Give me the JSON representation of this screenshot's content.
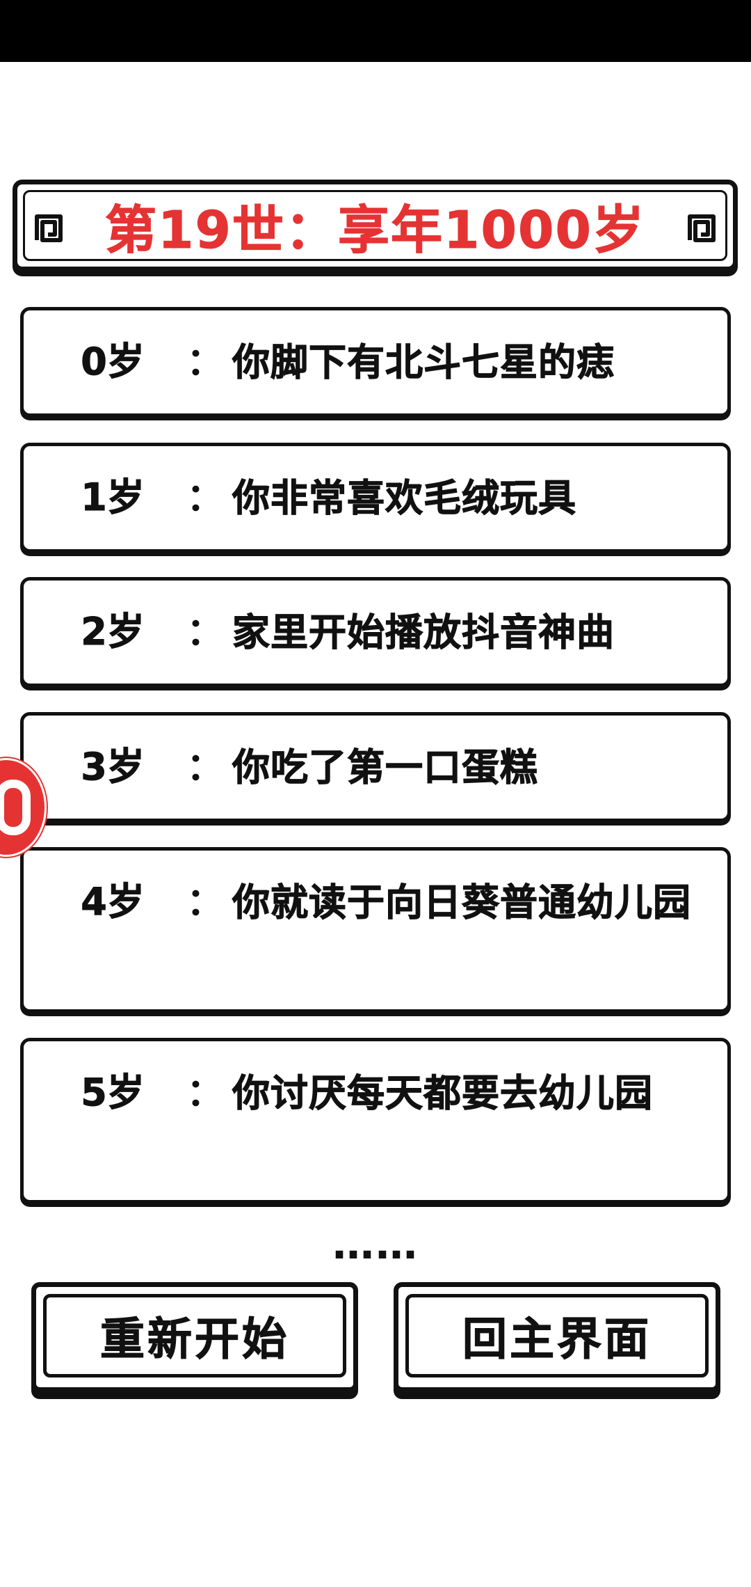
{
  "title": "第19世：享年1000岁",
  "colors": {
    "title": "#e53333",
    "ink": "#111111",
    "badge": "#e53333"
  },
  "icons": {
    "title_left": "spiral-corner-icon",
    "title_right": "spiral-corner-icon",
    "floating": "floating-assistant-icon"
  },
  "events": [
    {
      "age": "0岁",
      "sep": "：",
      "text": "你脚下有北斗七星的痣"
    },
    {
      "age": "1岁",
      "sep": "：",
      "text": "你非常喜欢毛绒玩具"
    },
    {
      "age": "2岁",
      "sep": "：",
      "text": "家里开始播放抖音神曲"
    },
    {
      "age": "3岁",
      "sep": "：",
      "text": "你吃了第一口蛋糕"
    },
    {
      "age": "4岁",
      "sep": "：",
      "text": "你就读于向日葵普通幼儿园"
    },
    {
      "age": "5岁",
      "sep": "：",
      "text": "你讨厌每天都要去幼儿园"
    }
  ],
  "more": "……",
  "buttons": {
    "restart": "重新开始",
    "home": "回主界面"
  }
}
